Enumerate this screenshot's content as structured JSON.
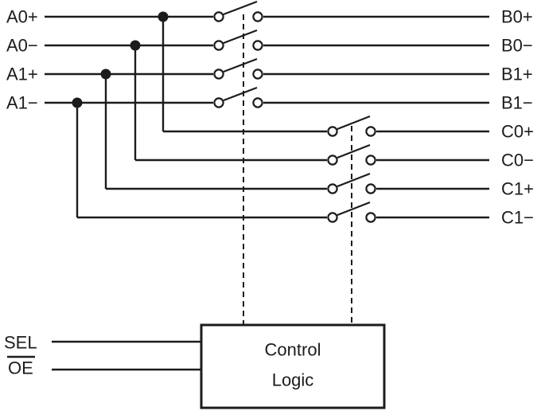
{
  "diagram": {
    "colors": {
      "line": "#1c1c1c",
      "background": "#ffffff"
    },
    "rows": [
      {
        "left_label": "A0+",
        "right_label": "B0+"
      },
      {
        "left_label": "A0−",
        "right_label": "B0−"
      },
      {
        "left_label": "A1+",
        "right_label": "B1+"
      },
      {
        "left_label": "A1−",
        "right_label": "B1−"
      },
      {
        "right_label": "C0+"
      },
      {
        "right_label": "C0−"
      },
      {
        "right_label": "C1+"
      },
      {
        "right_label": "C1−"
      }
    ],
    "control_block": {
      "line1": "Control",
      "line2": "Logic"
    },
    "control_inputs": [
      {
        "label": "SEL",
        "overline": false
      },
      {
        "label": "OE",
        "overline": true
      }
    ]
  }
}
